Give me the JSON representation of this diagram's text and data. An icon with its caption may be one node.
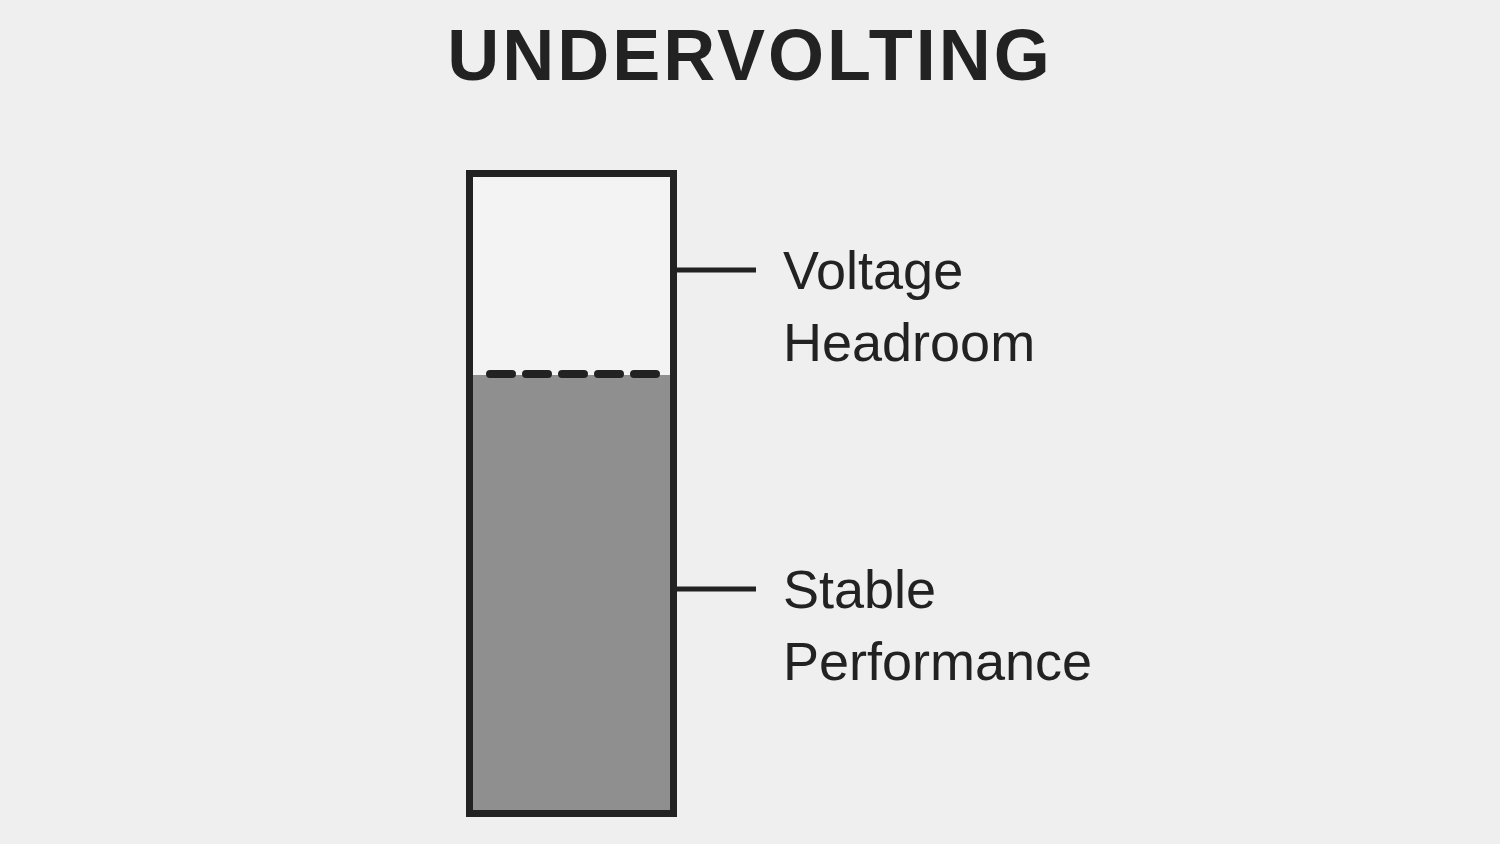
{
  "diagram": {
    "title": "UNDERVOLTING",
    "nodes": [
      {
        "text": [],
        "shape": "box"
      },
      {
        "text": [],
        "shape": "bar"
      },
      {
        "text": [
          "Voltage Headroom"
        ]
      },
      {
        "text": [
          "Stable Performance"
        ]
      }
    ],
    "edges": [
      {
        "from": 2,
        "to": 0,
        "arrow": "none"
      },
      {
        "from": 3,
        "to": 1,
        "arrow": "none"
      }
    ]
  }
}
